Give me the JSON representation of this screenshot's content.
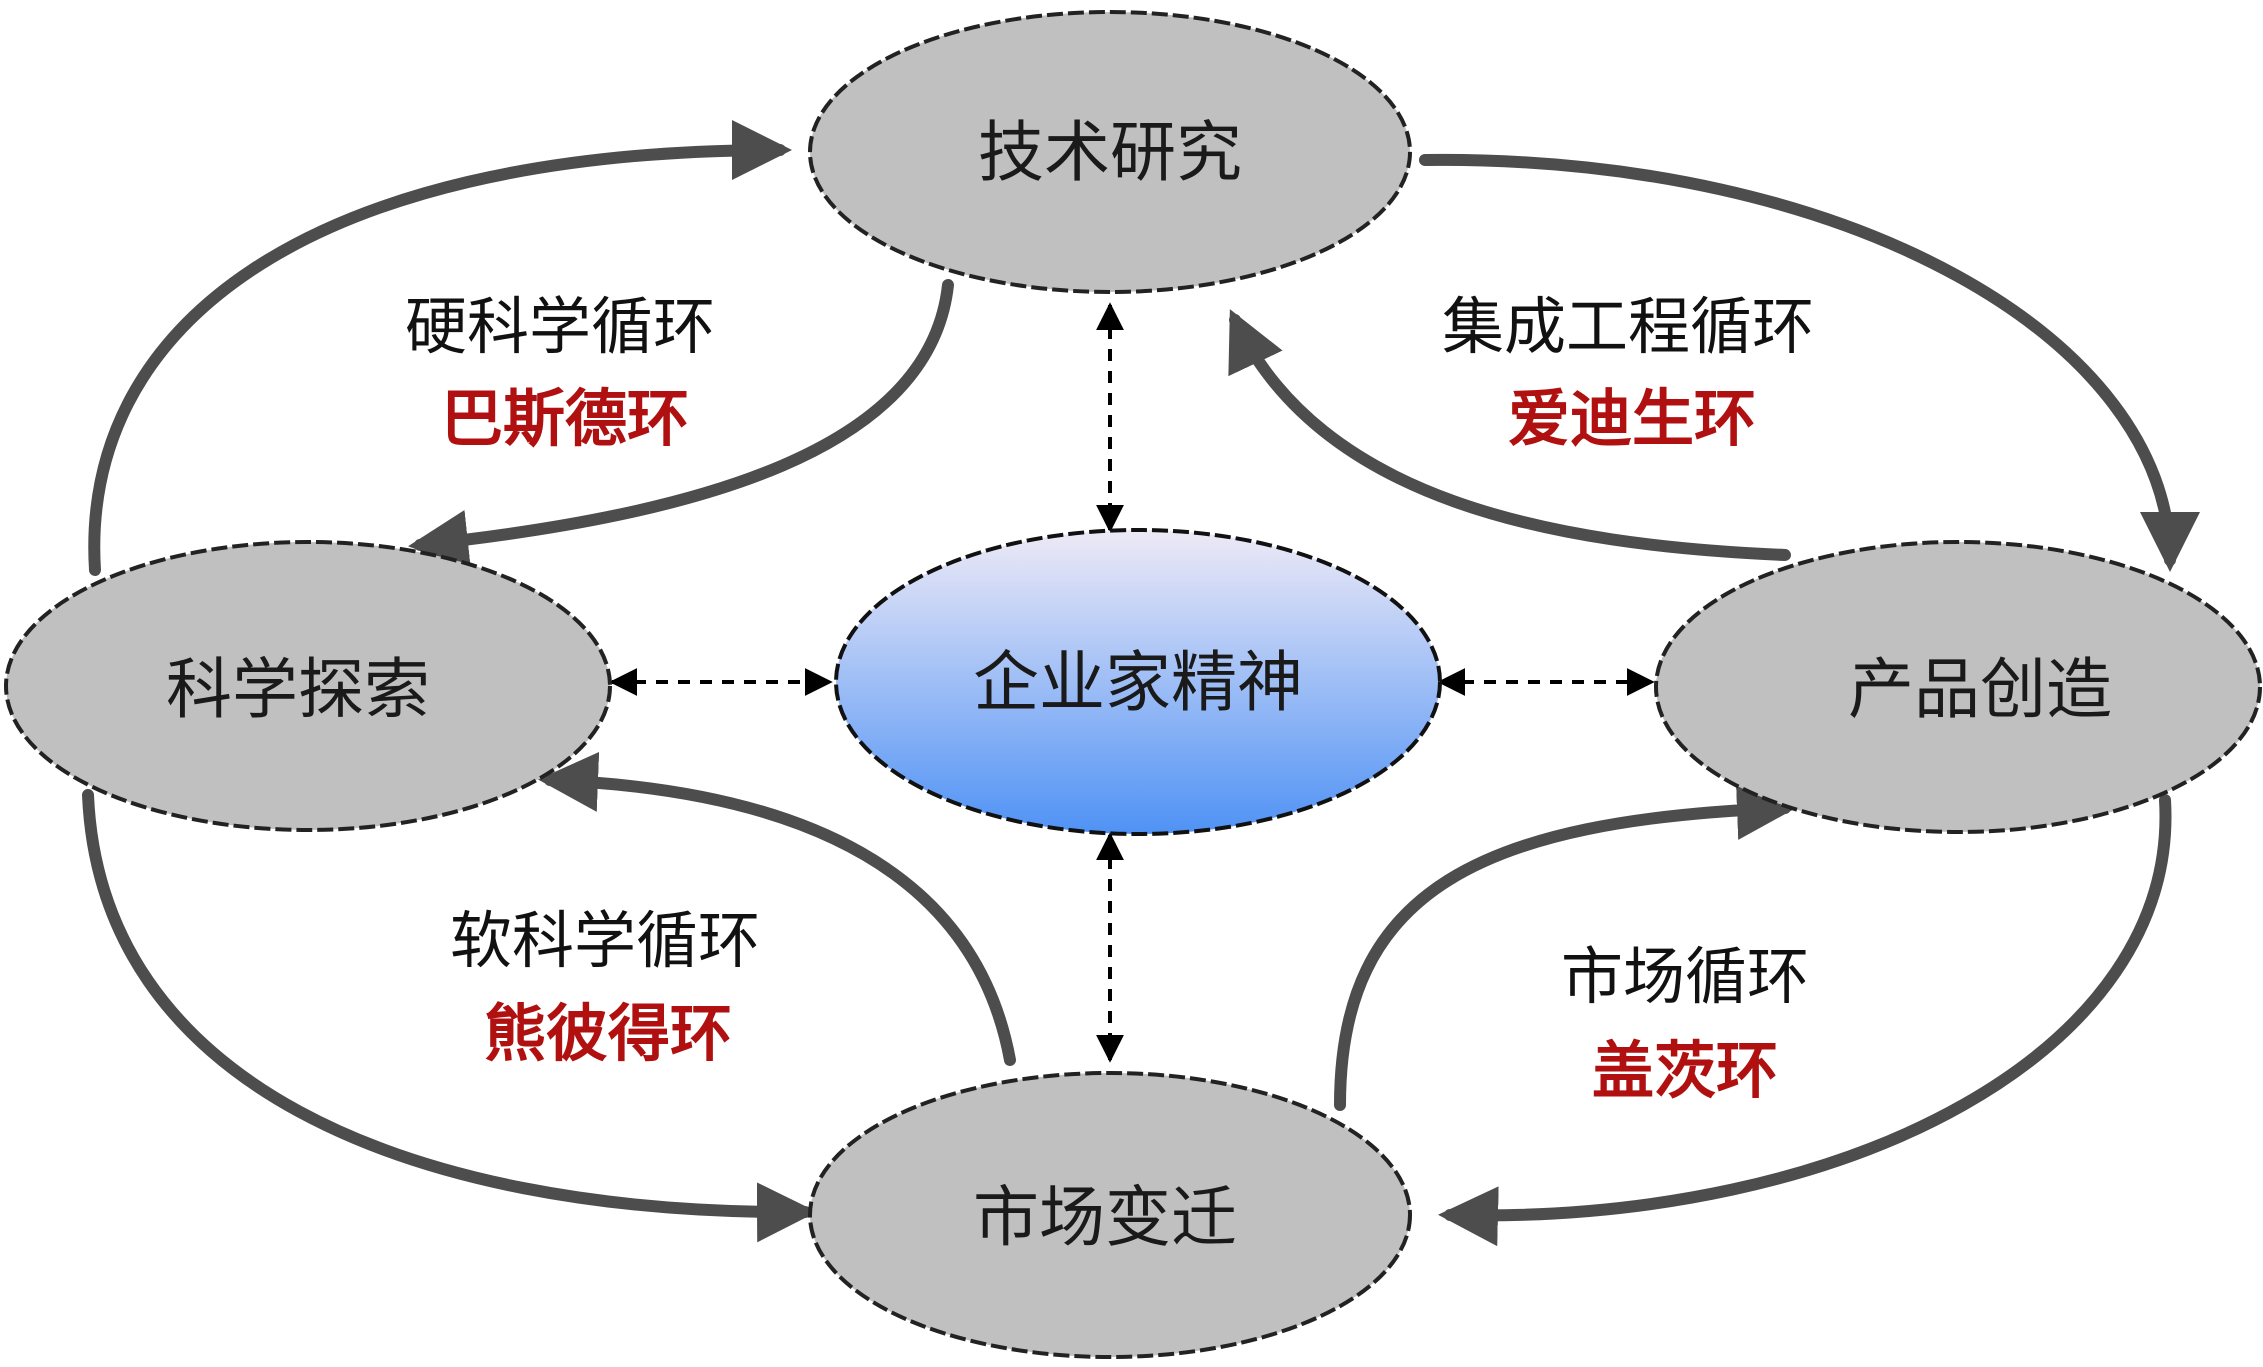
{
  "colors": {
    "node_fill": "#c0c0c0",
    "node_stroke": "#222222",
    "center_top": "#eeeaf6",
    "center_bottom": "#4f92f5",
    "arrow": "#4d4d4d",
    "alias_red": "#b01010"
  },
  "nodes": {
    "top": "技术研究",
    "left": "科学探索",
    "center": "企业家精神",
    "right": "产品创造",
    "bottom": "市场变迁"
  },
  "loops": {
    "top_left": {
      "name": "硬科学循环",
      "alias": "巴斯德环"
    },
    "top_right": {
      "name": "集成工程循环",
      "alias": "爱迪生环"
    },
    "bottom_left": {
      "name": "软科学循环",
      "alias": "熊彼得环"
    },
    "bottom_right": {
      "name": "市场循环",
      "alias": "盖茨环"
    }
  }
}
